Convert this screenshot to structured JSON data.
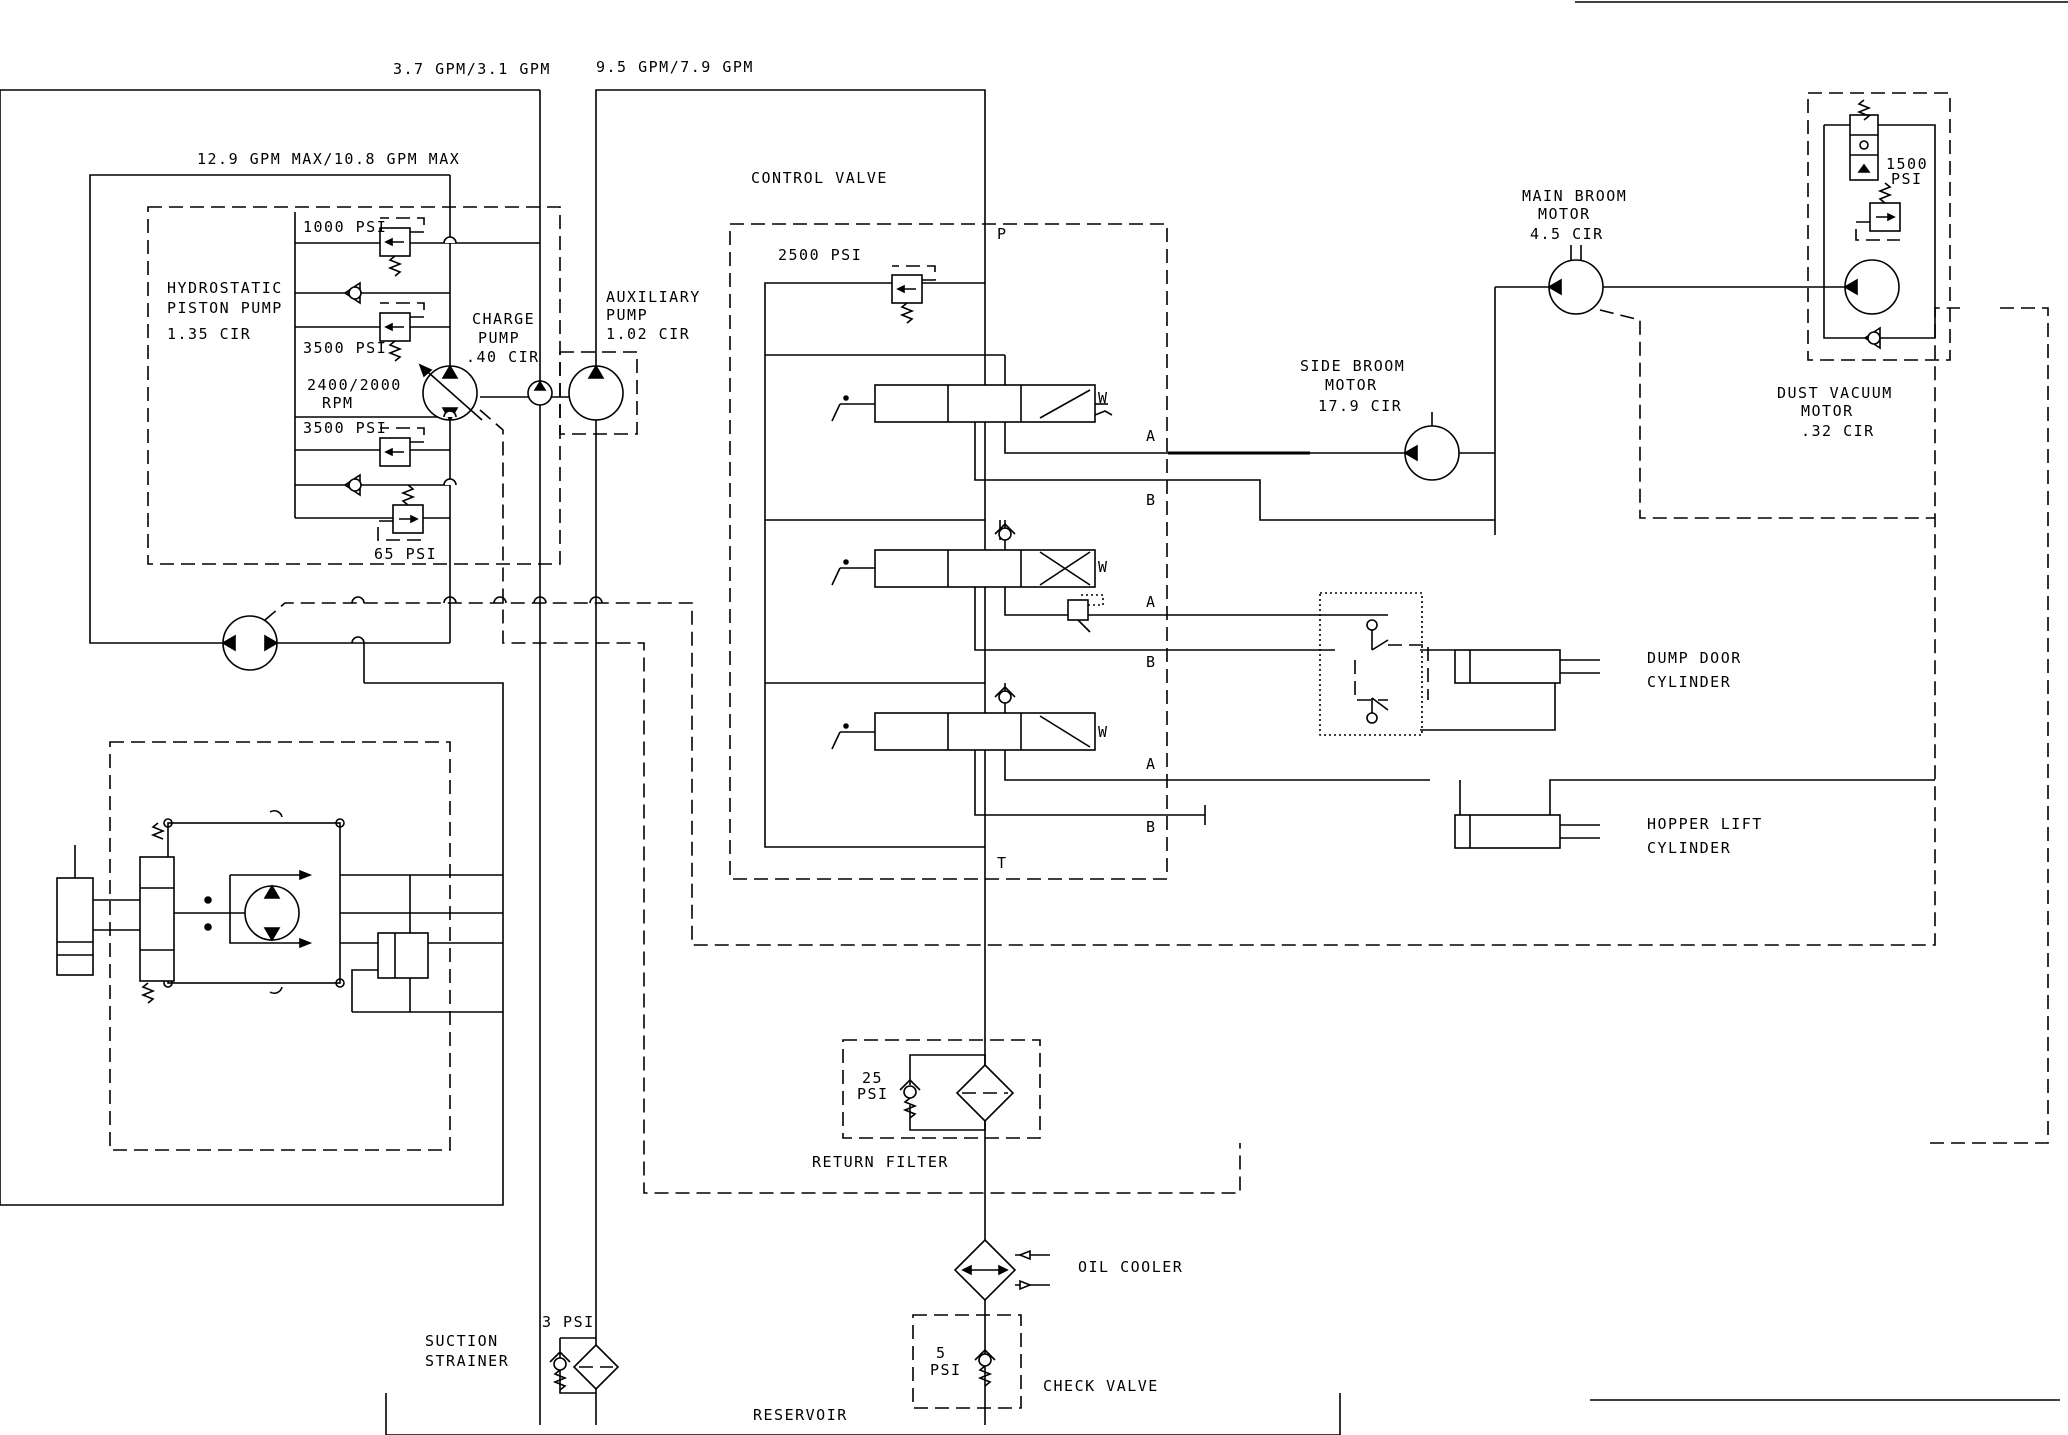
{
  "labels": {
    "flow_left": "3.7 GPM/3.1 GPM",
    "flow_right": "9.5 GPM/7.9 GPM",
    "flow_max": "12.9 GPM MAX/10.8 GPM MAX",
    "relief_1000": "1000 PSI",
    "relief_3500_top": "3500 PSI",
    "relief_3500_bottom": "3500 PSI",
    "relief_65": "65 PSI",
    "hydrostatic_line1": "HYDROSTATIC",
    "hydrostatic_line2": "PISTON PUMP",
    "hydrostatic_line3": "1.35 CIR",
    "rpm_line1": "2400/2000",
    "rpm_line2": "RPM",
    "charge_line1": "CHARGE",
    "charge_line2": "PUMP",
    "charge_line3": ".40 CIR",
    "aux_line1": "AUXILIARY",
    "aux_line2": "PUMP",
    "aux_line3": "1.02 CIR",
    "control_valve": "CONTROL VALVE",
    "relief_2500": "2500 PSI",
    "port_p": "P",
    "port_t": "T",
    "port_a1": "A",
    "port_b1": "B",
    "port_a2": "A",
    "port_b2": "B",
    "port_a3": "A",
    "port_b3": "B",
    "spring_w1": "W",
    "spring_w2": "W",
    "spring_w3": "W",
    "main_broom_line1": "MAIN BROOM",
    "main_broom_line2": "MOTOR",
    "main_broom_line3": "4.5 CIR",
    "side_broom_line1": "SIDE BROOM",
    "side_broom_line2": "MOTOR",
    "side_broom_line3": "17.9 CIR",
    "relief_1500_line1": "1500",
    "relief_1500_line2": "PSI",
    "dust_line1": "DUST VACUUM",
    "dust_line2": "MOTOR",
    "dust_line3": ".32 CIR",
    "dump_line1": "DUMP DOOR",
    "dump_line2": "CYLINDER",
    "hopper_line1": "HOPPER LIFT",
    "hopper_line2": "CYLINDER",
    "filter_psi_line1": "25",
    "filter_psi_line2": "PSI",
    "return_filter": "RETURN FILTER",
    "oil_cooler": "OIL COOLER",
    "check_psi_line1": "5",
    "check_psi_line2": "PSI",
    "check_valve": "CHECK VALVE",
    "strainer_psi": "3 PSI",
    "suction_line1": "SUCTION",
    "suction_line2": "STRAINER",
    "reservoir": "RESERVOIR"
  }
}
